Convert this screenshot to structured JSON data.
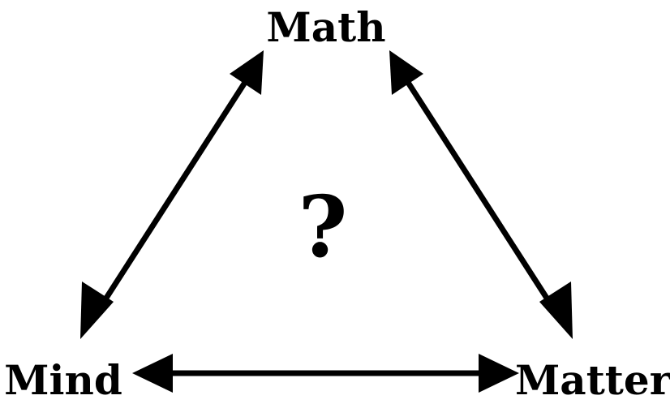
{
  "diagram": {
    "nodes": {
      "top": "Math",
      "left": "Mind",
      "right": "Matter"
    },
    "center": "?",
    "edges": [
      {
        "from": "Math",
        "to": "Mind",
        "direction": "bidirectional"
      },
      {
        "from": "Math",
        "to": "Matter",
        "direction": "bidirectional"
      },
      {
        "from": "Mind",
        "to": "Matter",
        "direction": "bidirectional"
      }
    ],
    "colors": {
      "ink": "#000000",
      "background": "#ffffff"
    }
  }
}
